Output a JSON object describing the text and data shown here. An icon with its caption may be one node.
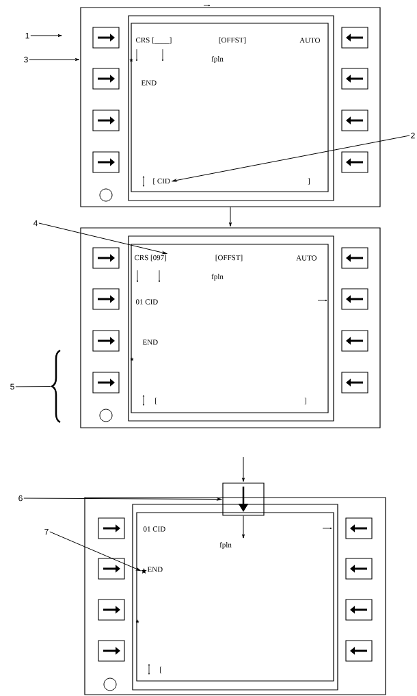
{
  "diagram": {
    "nodes": [
      {
        "text": [
          "1"
        ]
      },
      {
        "text": [
          "3"
        ]
      },
      {
        "text": [
          "2"
        ]
      },
      {
        "text": [],
        "shape": "box"
      },
      {
        "text": [],
        "shape": "box",
        "in": 3
      },
      {
        "text": [
          "[ CID"
        ],
        "in": 4
      },
      {
        "text": [
          "4"
        ]
      },
      {
        "text": [],
        "shape": "box"
      },
      {
        "text": [],
        "shape": "box",
        "in": 7
      },
      {
        "text": [
          "CRS [097]"
        ],
        "in": 8
      },
      {
        "text": [
          "6"
        ]
      },
      {
        "text": [
          "7"
        ]
      },
      {
        "text": [],
        "shape": "box"
      },
      {
        "text": [],
        "shape": "box"
      },
      {
        "text": [],
        "shape": "box",
        "in": 13
      },
      {
        "text": [],
        "shape": "star",
        "in": 14
      },
      {
        "text": [
          "5"
        ]
      },
      {
        "text": [],
        "shape": "brace"
      }
    ],
    "edges": [
      {
        "from": 0,
        "to": null,
        "arrow": "to"
      },
      {
        "from": 1,
        "to": 3,
        "arrow": "to"
      },
      {
        "from": 2,
        "to": 5,
        "arrow": "to"
      },
      {
        "from": 3,
        "to": 7,
        "arrow": "to"
      },
      {
        "from": 6,
        "to": 9,
        "arrow": "to"
      },
      {
        "from": null,
        "to": 12,
        "arrow": "to"
      },
      {
        "from": 12,
        "to": null,
        "arrow": "to"
      },
      {
        "from": 10,
        "to": 12,
        "arrow": "to"
      },
      {
        "from": 11,
        "to": 15,
        "arrow": "to"
      },
      {
        "from": 16,
        "to": 17,
        "arrow": "none"
      }
    ],
    "labels": [
      "CRS [____]",
      "[OFFST]",
      "AUTO",
      "fpln",
      "END",
      "]",
      "[OFFST]",
      "AUTO",
      "fpln",
      "01 CID",
      "END",
      "[",
      "]",
      "01 CID",
      "fpln",
      "END",
      "["
    ]
  }
}
